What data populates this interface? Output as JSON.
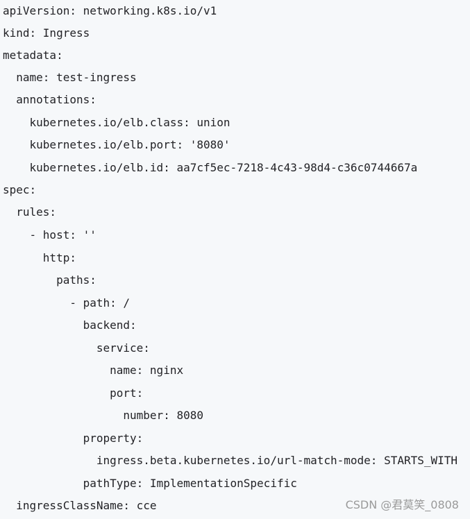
{
  "code": {
    "lines": [
      "apiVersion: networking.k8s.io/v1",
      "kind: Ingress",
      "metadata:",
      "  name: test-ingress",
      "  annotations:",
      "    kubernetes.io/elb.class: union",
      "    kubernetes.io/elb.port: '8080'",
      "    kubernetes.io/elb.id: aa7cf5ec-7218-4c43-98d4-c36c0744667a",
      "spec:",
      "  rules:",
      "    - host: ''",
      "      http:",
      "        paths:",
      "          - path: /",
      "            backend:",
      "              service:",
      "                name: nginx",
      "                port:",
      "                  number: 8080",
      "            property:",
      "              ingress.beta.kubernetes.io/url-match-mode: STARTS_WITH",
      "            pathType: ImplementationSpecific",
      "  ingressClassName: cce"
    ]
  },
  "watermark": "CSDN @君莫笑_0808"
}
